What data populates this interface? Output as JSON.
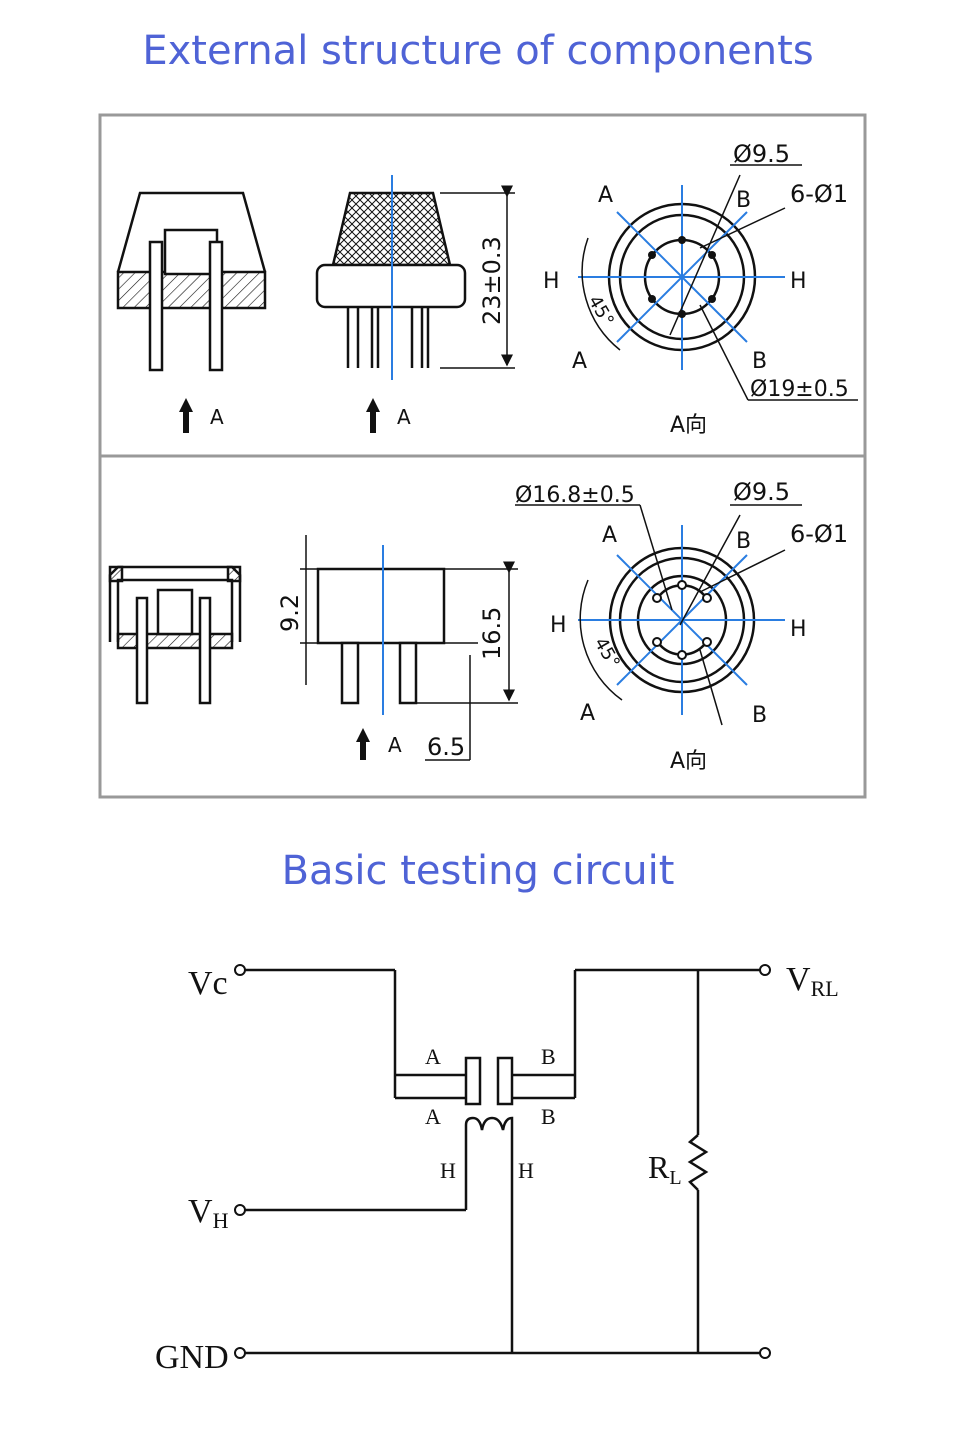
{
  "titles": {
    "structure": "External structure of components",
    "circuit": "Basic testing circuit"
  },
  "top_drawing": {
    "dim_outer_dia": "Ø9.5",
    "dim_pins": "6-Ø1",
    "dim_height": "23±0.3",
    "dim_body_dia": "Ø19±0.5",
    "angle": "45°",
    "view_label": "A向",
    "arrow_label": "A",
    "pin_A": "A",
    "pin_B": "B",
    "pin_H": "H"
  },
  "bottom_drawing": {
    "dim_body_dia": "Ø16.8±0.5",
    "dim_outer_dia": "Ø9.5",
    "dim_pins": "6-Ø1",
    "dim_cap_height": "9.2",
    "dim_height": "16.5",
    "dim_pin_len": "6.5",
    "angle": "45°",
    "view_label": "A向",
    "arrow_label": "A",
    "pin_A": "A",
    "pin_B": "B",
    "pin_H": "H"
  },
  "circuit": {
    "vc": "Vc",
    "vh": "V",
    "vh_sub": "H",
    "vrl": "V",
    "vrl_sub": "RL",
    "rl": "R",
    "rl_sub": "L",
    "gnd": "GND",
    "pin_A": "A",
    "pin_B": "B",
    "pin_H": "H"
  }
}
